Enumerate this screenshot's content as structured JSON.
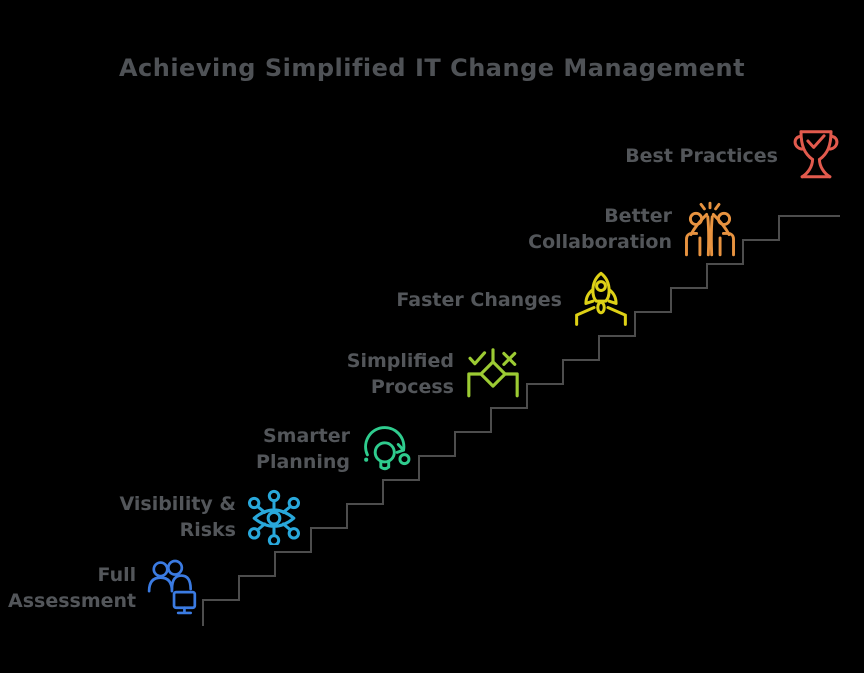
{
  "title": "Achieving Simplified IT Change Management",
  "background_color": "#000000",
  "title_color": "#4f5256",
  "label_color": "#53565a",
  "stair_color": "#4d4d4d",
  "steps": [
    {
      "label": "Full Assessment",
      "line1": "Full",
      "line2": "Assessment",
      "icon": "team-monitor-icon",
      "color": "#3b7be2"
    },
    {
      "label": "Visibility & Risks",
      "line1": "Visibility &",
      "line2": "Risks",
      "icon": "network-eye-icon",
      "color": "#29a8db"
    },
    {
      "label": "Smarter Planning",
      "line1": "Smarter",
      "line2": "Planning",
      "icon": "lightbulb-refresh-icon",
      "color": "#2fcc8e"
    },
    {
      "label": "Simplified Process",
      "line1": "Simplified",
      "line2": "Process",
      "icon": "decision-flow-icon",
      "color": "#9ccb33"
    },
    {
      "label": "Faster Changes",
      "line1": "Faster Changes",
      "icon": "rocket-launch-icon",
      "color": "#ded116"
    },
    {
      "label": "Better Collaboration",
      "line1": "Better",
      "line2": "Collaboration",
      "icon": "high-five-icon",
      "color": "#e89340"
    },
    {
      "label": "Best Practices",
      "line1": "Best Practices",
      "icon": "trophy-check-icon",
      "color": "#e25a4d"
    }
  ]
}
